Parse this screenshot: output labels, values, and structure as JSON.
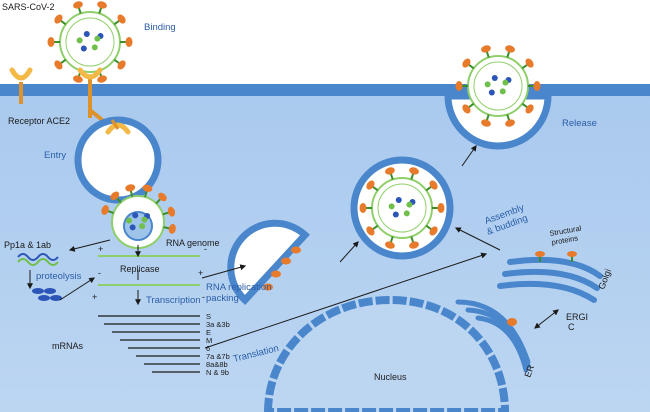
{
  "title": "SARS-CoV-2",
  "labels": {
    "binding": "Binding",
    "receptor": "Receptor ACE2",
    "entry": "Entry",
    "release": "Release",
    "pp1a": "Pp1a & 1ab",
    "proteolysis": "proteolysis",
    "rna_genome": "RNA genome",
    "replicase": "Replicase",
    "transcription": "Transcription",
    "rna_replication_1": "RNA replication",
    "rna_replication_2": "packing",
    "assembly_1": "Assembly",
    "assembly_2": "& budding",
    "structural_1": "Structural",
    "structural_2": "proteins",
    "golgi": "Golgi",
    "ergic_1": "ERGI",
    "ergic_2": "C",
    "er": "ER",
    "mrnas": "mRNAs",
    "translation": "Translation",
    "nucleus": "Nucleus",
    "plus_1": "+",
    "minus_1": "-",
    "plus_2": "-",
    "minus_2": "+",
    "plus_3": "+",
    "minus_3": "-"
  },
  "mrna_list": [
    "S",
    "3a &3b",
    "E",
    "M",
    "6",
    "7a &7b",
    "8a&8b",
    "N & 9b"
  ],
  "colors": {
    "cell": "#b8d3f0",
    "membrane": "#4a86cc",
    "virus_ring": "#8fcf6a",
    "spike": "#e87a2b",
    "stalk": "#3b8f2a",
    "rna_blue": "#2c55b8",
    "rna_green": "#6fbf4a",
    "label_blue": "#2a5ea8",
    "receptor": "#f3b845"
  }
}
